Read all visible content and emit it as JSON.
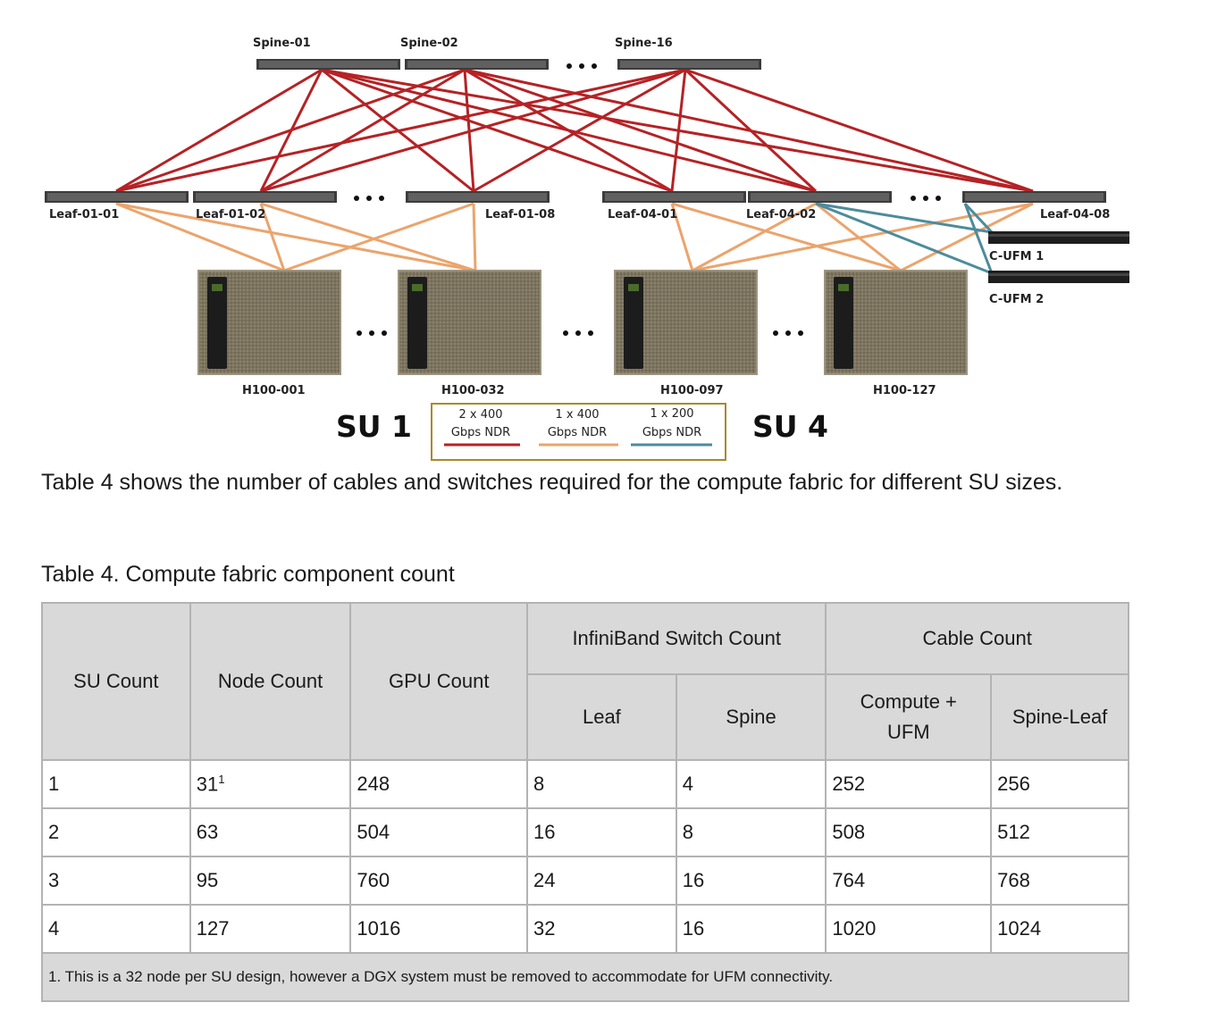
{
  "diagram": {
    "spines": [
      "Spine-01",
      "Spine-02",
      "Spine-16"
    ],
    "leaves": [
      "Leaf-01-01",
      "Leaf-01-02",
      "Leaf-01-08",
      "Leaf-04-01",
      "Leaf-04-02",
      "Leaf-04-08"
    ],
    "ufm": [
      "C-UFM 1",
      "C-UFM 2"
    ],
    "nodes": [
      "H100-001",
      "H100-032",
      "H100-097",
      "H100-127"
    ],
    "su_labels": [
      "SU 1",
      "SU 4"
    ],
    "legend": [
      {
        "line1": "2 x  400",
        "line2": "Gbps NDR",
        "color": "#b52225"
      },
      {
        "line1": "1 x 400",
        "line2": "Gbps NDR",
        "color": "#eba46c"
      },
      {
        "line1": "1 x 200",
        "line2": "Gbps NDR",
        "color": "#4d8b9d"
      }
    ],
    "legend_border": "#a88a2a"
  },
  "paragraph": "Table 4 shows the number of cables and switches required for the compute fabric for different SU sizes.",
  "caption": "Table 4. Compute fabric component count",
  "table": {
    "headers": {
      "su_count": "SU Count",
      "node_count": "Node Count",
      "gpu_count": "GPU Count",
      "ib_group": "InfiniBand Switch Count",
      "cable_group": "Cable Count",
      "leaf": "Leaf",
      "spine": "Spine",
      "compute_ufm_1": "Compute +",
      "compute_ufm_2": "UFM",
      "spine_leaf": "Spine-Leaf"
    },
    "rows": [
      [
        "1",
        "31",
        "248",
        "8",
        "4",
        "252",
        "256"
      ],
      [
        "2",
        "63",
        "504",
        "16",
        "8",
        "508",
        "512"
      ],
      [
        "3",
        "95",
        "760",
        "24",
        "16",
        "764",
        "768"
      ],
      [
        "4",
        "127",
        "1016",
        "32",
        "16",
        "1020",
        "1024"
      ]
    ],
    "footnote_mark": "1",
    "footnote": "1. This is a 32 node per SU design, however a DGX system must be removed to accommodate for UFM connectivity."
  }
}
